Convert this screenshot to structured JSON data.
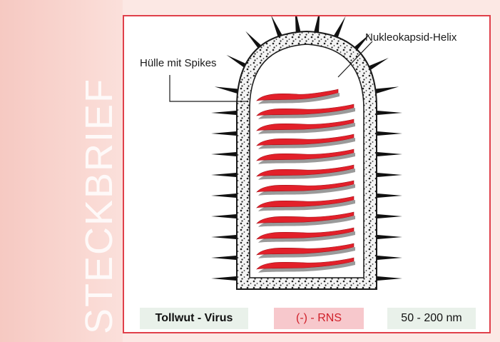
{
  "side_title": "STECKBRIEF",
  "labels": {
    "envelope": "Hülle mit Spikes",
    "nucleocapsid": "Nukleokapsid-Helix"
  },
  "footer": {
    "name": "Tollwut - Virus",
    "genome": "(-) - RNS",
    "size": "50 - 200 nm"
  },
  "colors": {
    "accent_red": "#e0404a",
    "helix_red": "#e2202a",
    "genome_box": "#f7c8cc",
    "info_box": "#e9f1ea",
    "spike": "#111111"
  }
}
